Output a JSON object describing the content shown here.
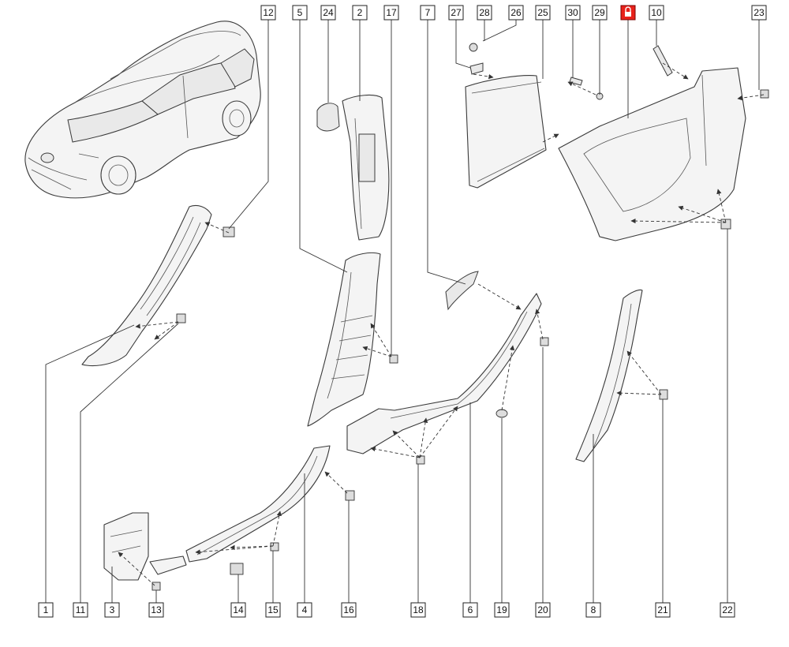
{
  "diagram": {
    "top_labels": [
      "12",
      "5",
      "24",
      "2",
      "17",
      "7",
      "27",
      "28",
      "26",
      "25",
      "30",
      "29",
      "",
      "10",
      "23"
    ],
    "bottom_labels": [
      "1",
      "11",
      "3",
      "13",
      "14",
      "15",
      "4",
      "16",
      "18",
      "6",
      "19",
      "20",
      "8",
      "21",
      "22"
    ],
    "highlight_color": "#e8221b",
    "highlight_icon": "lock-icon"
  }
}
